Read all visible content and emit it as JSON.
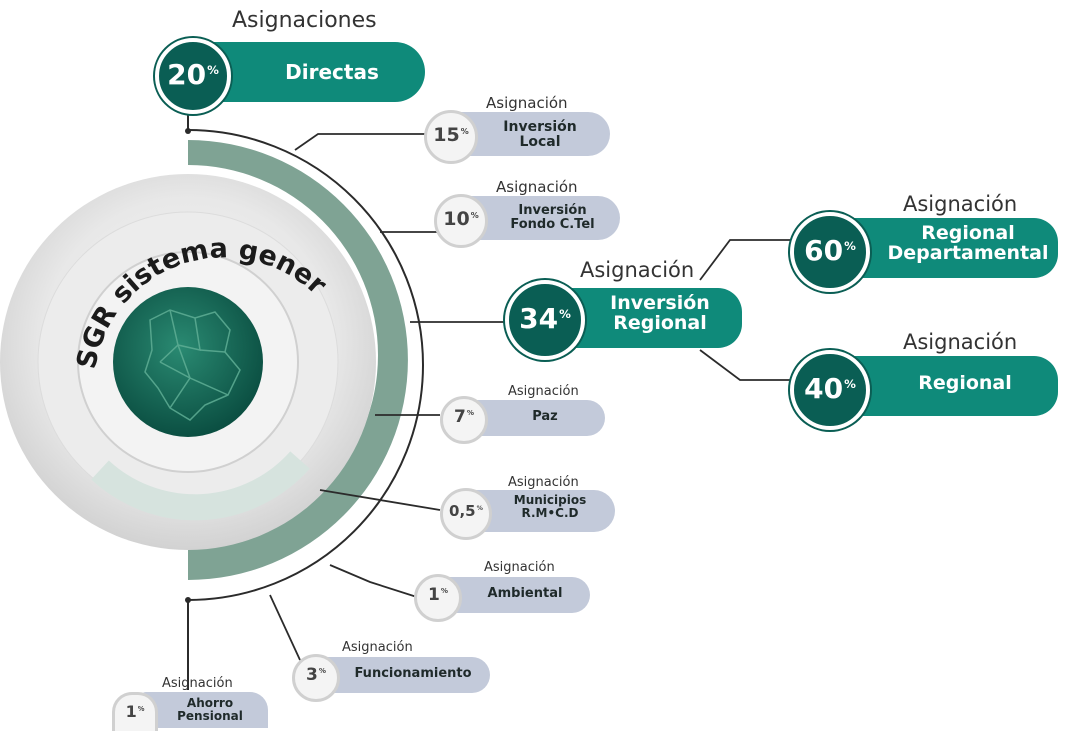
{
  "colors": {
    "teal": "#0f8a7a",
    "teal_dark": "#0a5e54",
    "sage": "#7fa394",
    "pill_gray": "#c3cada",
    "line": "#2b2b2b"
  },
  "center": {
    "title": "SGR sistema general de regalías",
    "map_icon": "colombia-department-map"
  },
  "top": {
    "caption": "Asignaciones",
    "value": "20",
    "unit": "%",
    "label": "Directas"
  },
  "items": [
    {
      "caption": "Asignación",
      "value": "15",
      "unit": "%",
      "line1": "Inversión",
      "line2": "Local"
    },
    {
      "caption": "Asignación",
      "value": "10",
      "unit": "%",
      "line1": "Inversión",
      "line2": "Fondo C.Tel"
    },
    {
      "caption": "Asignación",
      "value": "34",
      "unit": "%",
      "line1": "Inversión",
      "line2": "Regional"
    },
    {
      "caption": "Asignación",
      "value": "7",
      "unit": "%",
      "line1": "Paz",
      "line2": ""
    },
    {
      "caption": "Asignación",
      "value": "0,5",
      "unit": "%",
      "line1": "Municipios",
      "line2": "R.M•C.D"
    },
    {
      "caption": "Asignación",
      "value": "1",
      "unit": "%",
      "line1": "Ambiental",
      "line2": ""
    },
    {
      "caption": "Asignación",
      "value": "3",
      "unit": "%",
      "line1": "Funcionamiento",
      "line2": ""
    },
    {
      "caption": "Asignación",
      "value": "1",
      "unit": "%",
      "line1": "Ahorro",
      "line2": "Pensional"
    }
  ],
  "regional": [
    {
      "caption": "Asignación",
      "value": "60",
      "unit": "%",
      "line1": "Regional",
      "line2": "Departamental"
    },
    {
      "caption": "Asignación",
      "value": "40",
      "unit": "%",
      "line1": "Regional",
      "line2": ""
    }
  ]
}
